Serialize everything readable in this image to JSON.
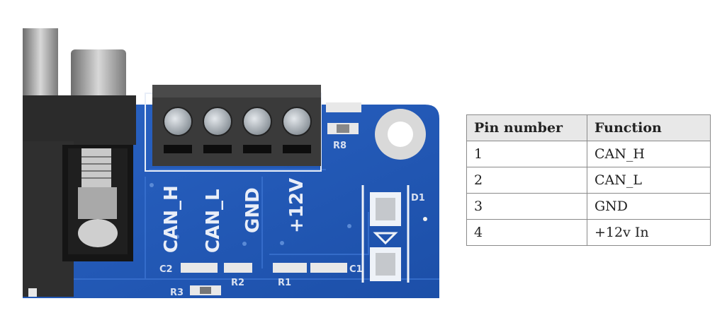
{
  "board": {
    "silkscreen": {
      "pin_labels": [
        "CAN_H",
        "CAN_L",
        "GND",
        "+12V"
      ],
      "c2": "C2",
      "r2": "R2",
      "r1": "R1",
      "c1": "C1",
      "r3": "R3",
      "r8": "R8",
      "d1": "D1"
    },
    "colors": {
      "pcb": "#2358b8",
      "terminal": "#3a3a3a",
      "screw": "#b9c0c6"
    }
  },
  "table": {
    "headers": [
      "Pin number",
      "Function"
    ],
    "rows": [
      {
        "pin": "1",
        "function": "CAN_H"
      },
      {
        "pin": "2",
        "function": "CAN_L"
      },
      {
        "pin": "3",
        "function": "GND"
      },
      {
        "pin": "4",
        "function": "+12v In"
      }
    ]
  }
}
